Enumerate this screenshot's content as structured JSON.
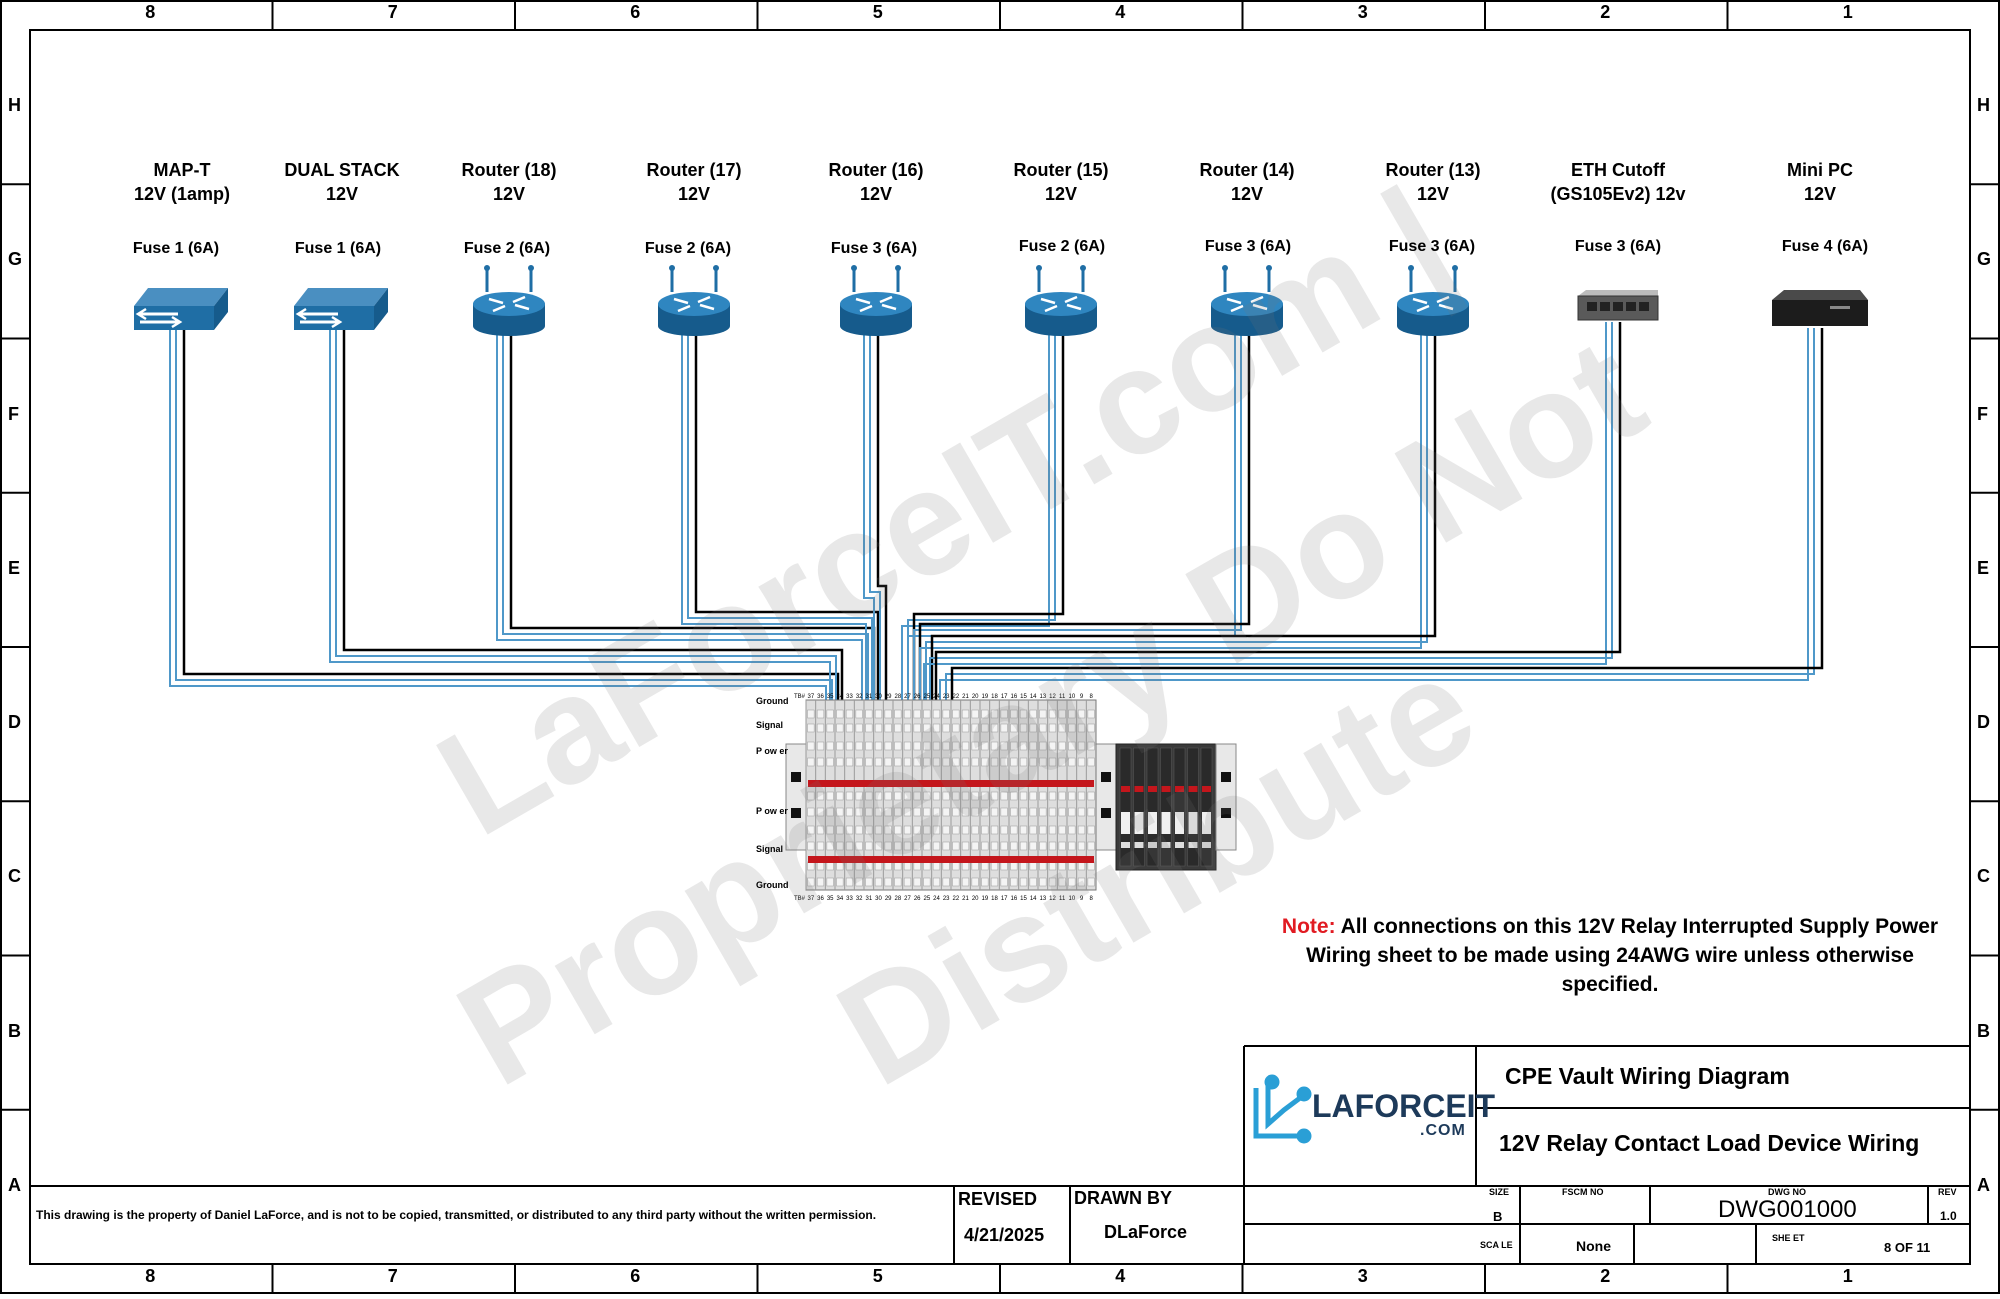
{
  "border": {
    "columns": [
      "8",
      "7",
      "6",
      "5",
      "4",
      "3",
      "2",
      "1"
    ],
    "rows": [
      "H",
      "G",
      "F",
      "E",
      "D",
      "C",
      "B",
      "A"
    ]
  },
  "devices": [
    {
      "name": "MAP-T",
      "sub": "12V (1amp)",
      "fuse": "Fuse 1 (6A)",
      "icon": "switch-icon"
    },
    {
      "name": "DUAL STACK",
      "sub": "12V",
      "fuse": "Fuse 1 (6A)",
      "icon": "switch-icon"
    },
    {
      "name": "Router (18)",
      "sub": "12V",
      "fuse": "Fuse 2 (6A)",
      "icon": "router-icon"
    },
    {
      "name": "Router (17)",
      "sub": "12V",
      "fuse": "Fuse 2 (6A)",
      "icon": "router-icon"
    },
    {
      "name": "Router (16)",
      "sub": "12V",
      "fuse": "Fuse 3 (6A)",
      "icon": "router-icon"
    },
    {
      "name": "Router (15)",
      "sub": "12V",
      "fuse": "Fuse 2 (6A)",
      "icon": "router-icon"
    },
    {
      "name": "Router (14)",
      "sub": "12V",
      "fuse": "Fuse 3 (6A)",
      "icon": "router-icon"
    },
    {
      "name": "Router (13)",
      "sub": "12V",
      "fuse": "Fuse 3 (6A)",
      "icon": "router-icon"
    },
    {
      "name": "ETH Cutoff",
      "sub": "(GS105Ev2) 12v",
      "fuse": "Fuse 3 (6A)",
      "icon": "ethernet-switch-icon"
    },
    {
      "name": "Mini PC",
      "sub": "12V",
      "fuse": "Fuse 4 (6A)",
      "icon": "mini-pc-icon"
    }
  ],
  "terminal_block": {
    "row_labels": [
      "Ground",
      "Signal",
      "P ow er",
      "P ow er",
      "Signal",
      "Ground"
    ],
    "prefix": "TB#",
    "terminal_numbers": [
      "37",
      "36",
      "35",
      "34",
      "33",
      "32",
      "31",
      "30",
      "29",
      "28",
      "27",
      "26",
      "25",
      "24",
      "23",
      "22",
      "21",
      "20",
      "19",
      "18",
      "17",
      "16",
      "15",
      "14",
      "13",
      "12",
      "11",
      "10",
      "9",
      "8"
    ]
  },
  "watermark": {
    "line1": "LaForceIT.com |",
    "line2": "Proprietary Do Not",
    "line3": "Distribute"
  },
  "note": {
    "label": "Note:",
    "text": "All connections on this 12V Relay Interrupted Supply Power Wiring sheet to be made using 24AWG wire unless otherwise specified."
  },
  "title_block": {
    "logo_name": "LAFORCEIT",
    "logo_suffix": ".COM",
    "title": "CPE Vault Wiring Diagram",
    "subtitle": "12V Relay Contact Load Device Wiring",
    "property_notice": "This drawing is the property of Daniel LaForce, and is not to be copied, transmitted, or distributed to any third party without the written permission.",
    "revised_label": "REVISED",
    "revised_date": "4/21/2025",
    "drawn_by_label": "DRAWN BY",
    "drawn_by": "DLaForce",
    "size_label": "SIZE",
    "size": "B",
    "fscm_label": "FSCM NO",
    "dwg_label": "DWG NO",
    "dwg_no": "DWG001000",
    "rev_label": "REV",
    "rev": "1.0",
    "scale_label": "SCA LE",
    "scale": "None",
    "sheet_label": "SHE ET",
    "sheet": "8 OF 11"
  },
  "colors": {
    "wire_blue": "#4f98c9",
    "wire_black": "#000000",
    "router_blue": "#1f6ea5",
    "note_red": "#e11b22",
    "logo_blue": "#2a9fd6",
    "logo_dark": "#1d3a5a"
  }
}
